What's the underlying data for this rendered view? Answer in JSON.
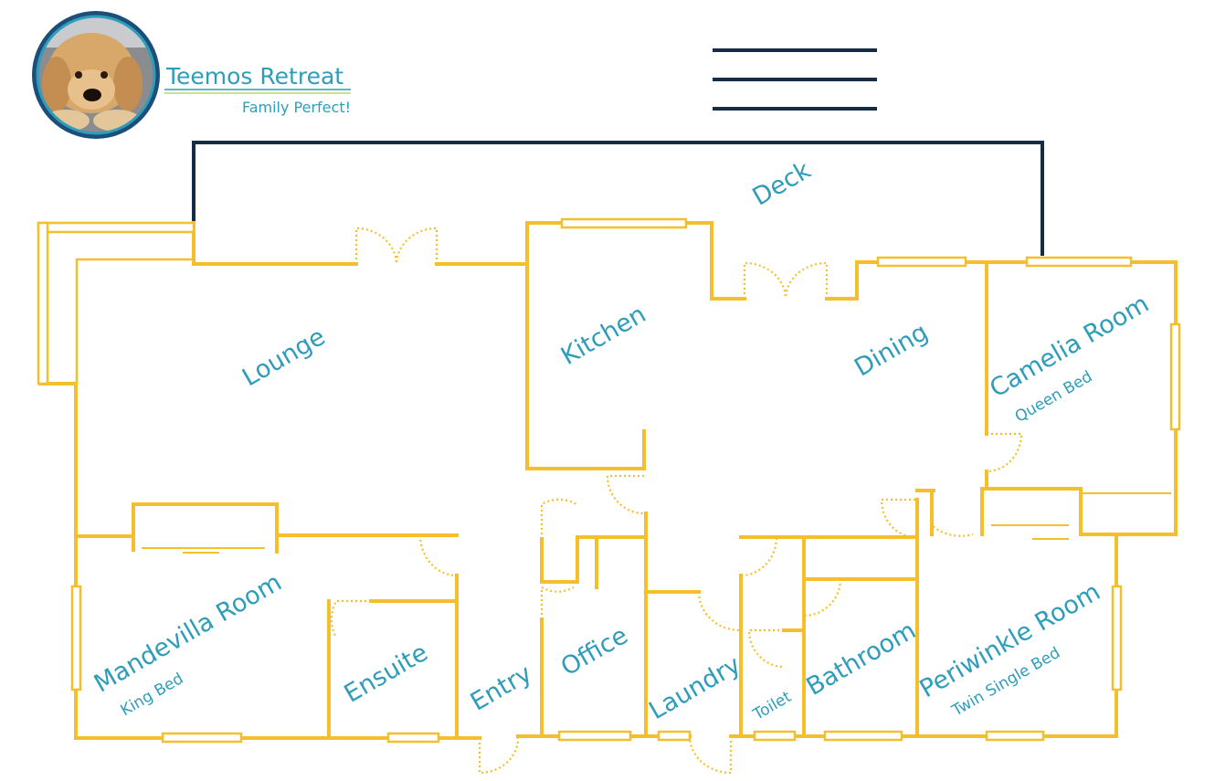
{
  "brand": {
    "title": "Teemos Retreat",
    "tagline": "Family Perfect!",
    "colors": {
      "text": "#2E9DBA",
      "ring": "#1C4E7A",
      "stripe1": "#2E9DBA",
      "stripe2": "#B7D96C"
    }
  },
  "menu": {
    "icon": "hamburger-menu-icon",
    "color": "#152B47"
  },
  "plan": {
    "wall_color": "#F4BF2A",
    "deck_outline_color": "#152B47",
    "rooms": {
      "deck": {
        "name": "Deck"
      },
      "lounge": {
        "name": "Lounge"
      },
      "kitchen": {
        "name": "Kitchen"
      },
      "dining": {
        "name": "Dining"
      },
      "camelia": {
        "name": "Camelia Room",
        "bed": "Queen Bed"
      },
      "mandevilla": {
        "name": "Mandevilla Room",
        "bed": "King Bed"
      },
      "ensuite": {
        "name": "Ensuite"
      },
      "entry": {
        "name": "Entry"
      },
      "office": {
        "name": "Office"
      },
      "laundry": {
        "name": "Laundry"
      },
      "toilet": {
        "name": "Toilet"
      },
      "bathroom": {
        "name": "Bathroom"
      },
      "periwinkle": {
        "name": "Periwinkle Room",
        "bed": "Twin Single Bed"
      }
    }
  }
}
